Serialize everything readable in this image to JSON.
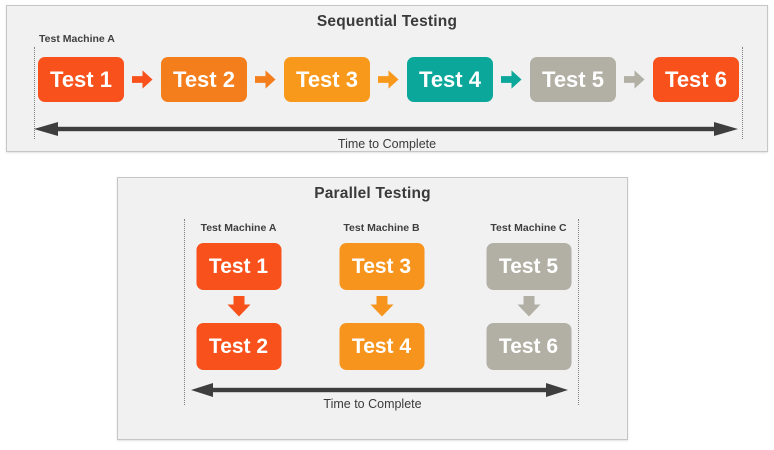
{
  "colors": {
    "timeline_arrow": "#3e3e3e",
    "panel_bg": "#f1f1f2",
    "panel_border": "#c6c6c6",
    "orange_red": "#f8511b",
    "orange": "#f57e1c",
    "light_orange": "#f9991c",
    "teal": "#0aa79a",
    "gray": "#b2b0a5"
  },
  "sequential": {
    "title": "Sequential Testing",
    "machine_label": "Test Machine A",
    "steps": [
      {
        "label": "Test 1",
        "color": "#f8511b"
      },
      {
        "label": "Test 2",
        "color": "#f57e1c"
      },
      {
        "label": "Test 3",
        "color": "#f9991c"
      },
      {
        "label": "Test 4",
        "color": "#0aa79a"
      },
      {
        "label": "Test 5",
        "color": "#b2b0a5"
      },
      {
        "label": "Test 6",
        "color": "#f8511b"
      }
    ],
    "connectors": [
      {
        "color": "#f8511b"
      },
      {
        "color": "#f57e1c"
      },
      {
        "color": "#f9991c"
      },
      {
        "color": "#0aa79a"
      },
      {
        "color": "#b2b0a5"
      }
    ],
    "timeline_label": "Time to Complete"
  },
  "parallel": {
    "title": "Parallel Testing",
    "columns": [
      {
        "machine": "Test Machine A",
        "color": "#f8511b",
        "tests": [
          {
            "label": "Test 1"
          },
          {
            "label": "Test 2"
          }
        ]
      },
      {
        "machine": "Test Machine B",
        "color": "#f7941d",
        "tests": [
          {
            "label": "Test 3"
          },
          {
            "label": "Test 4"
          }
        ]
      },
      {
        "machine": "Test Machine C",
        "color": "#b2b0a5",
        "tests": [
          {
            "label": "Test 5"
          },
          {
            "label": "Test 6"
          }
        ]
      }
    ],
    "timeline_label": "Time to Complete"
  }
}
